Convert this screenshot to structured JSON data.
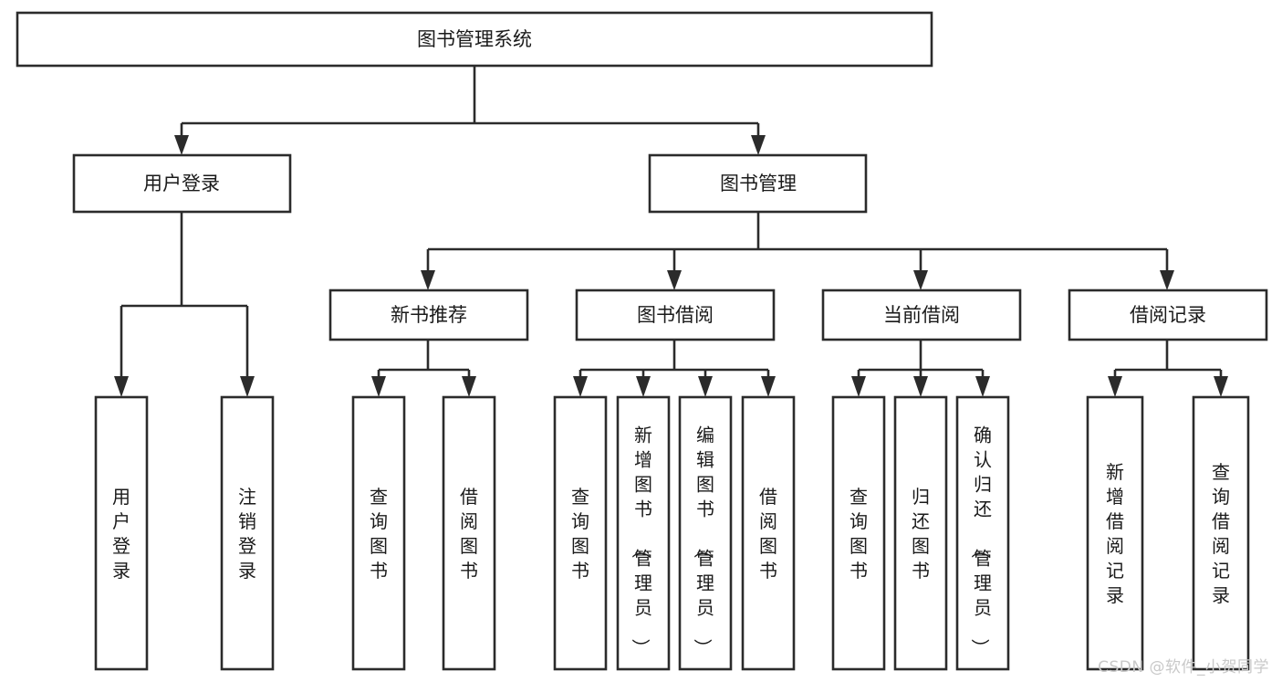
{
  "diagram": {
    "type": "tree-hierarchy",
    "title": "图书管理系统",
    "orientation": "top-down",
    "colors": {
      "box_stroke": "#2b2b2b",
      "box_fill": "#ffffff",
      "connector": "#2b2b2b",
      "text": "#1a1a1a",
      "background": "#ffffff",
      "watermark": "#c9c9c9"
    },
    "levels": {
      "root": {
        "label": "图书管理系统"
      },
      "level2": [
        {
          "label": "用户登录"
        },
        {
          "label": "图书管理"
        }
      ],
      "level3": [
        {
          "label": "新书推荐"
        },
        {
          "label": "图书借阅"
        },
        {
          "label": "当前借阅"
        },
        {
          "label": "借阅记录"
        }
      ],
      "leaves": {
        "user_login": [
          {
            "label": "用户登录"
          },
          {
            "label": "注销登录"
          }
        ],
        "new_book_recommend": [
          {
            "label": "查询图书"
          },
          {
            "label": "借阅图书"
          }
        ],
        "book_borrow": [
          {
            "label": "查询图书"
          },
          {
            "label": "新增图书（管理员）"
          },
          {
            "label": "编辑图书（管理员）"
          },
          {
            "label": "借阅图书"
          }
        ],
        "current_borrow": [
          {
            "label": "查询图书"
          },
          {
            "label": "归还图书"
          },
          {
            "label": "确认归还（管理员）"
          }
        ],
        "borrow_record": [
          {
            "label": "新增借阅记录"
          },
          {
            "label": "查询借阅记录"
          }
        ]
      }
    }
  },
  "watermark": {
    "text": "CSDN @软件_小贺同学"
  }
}
